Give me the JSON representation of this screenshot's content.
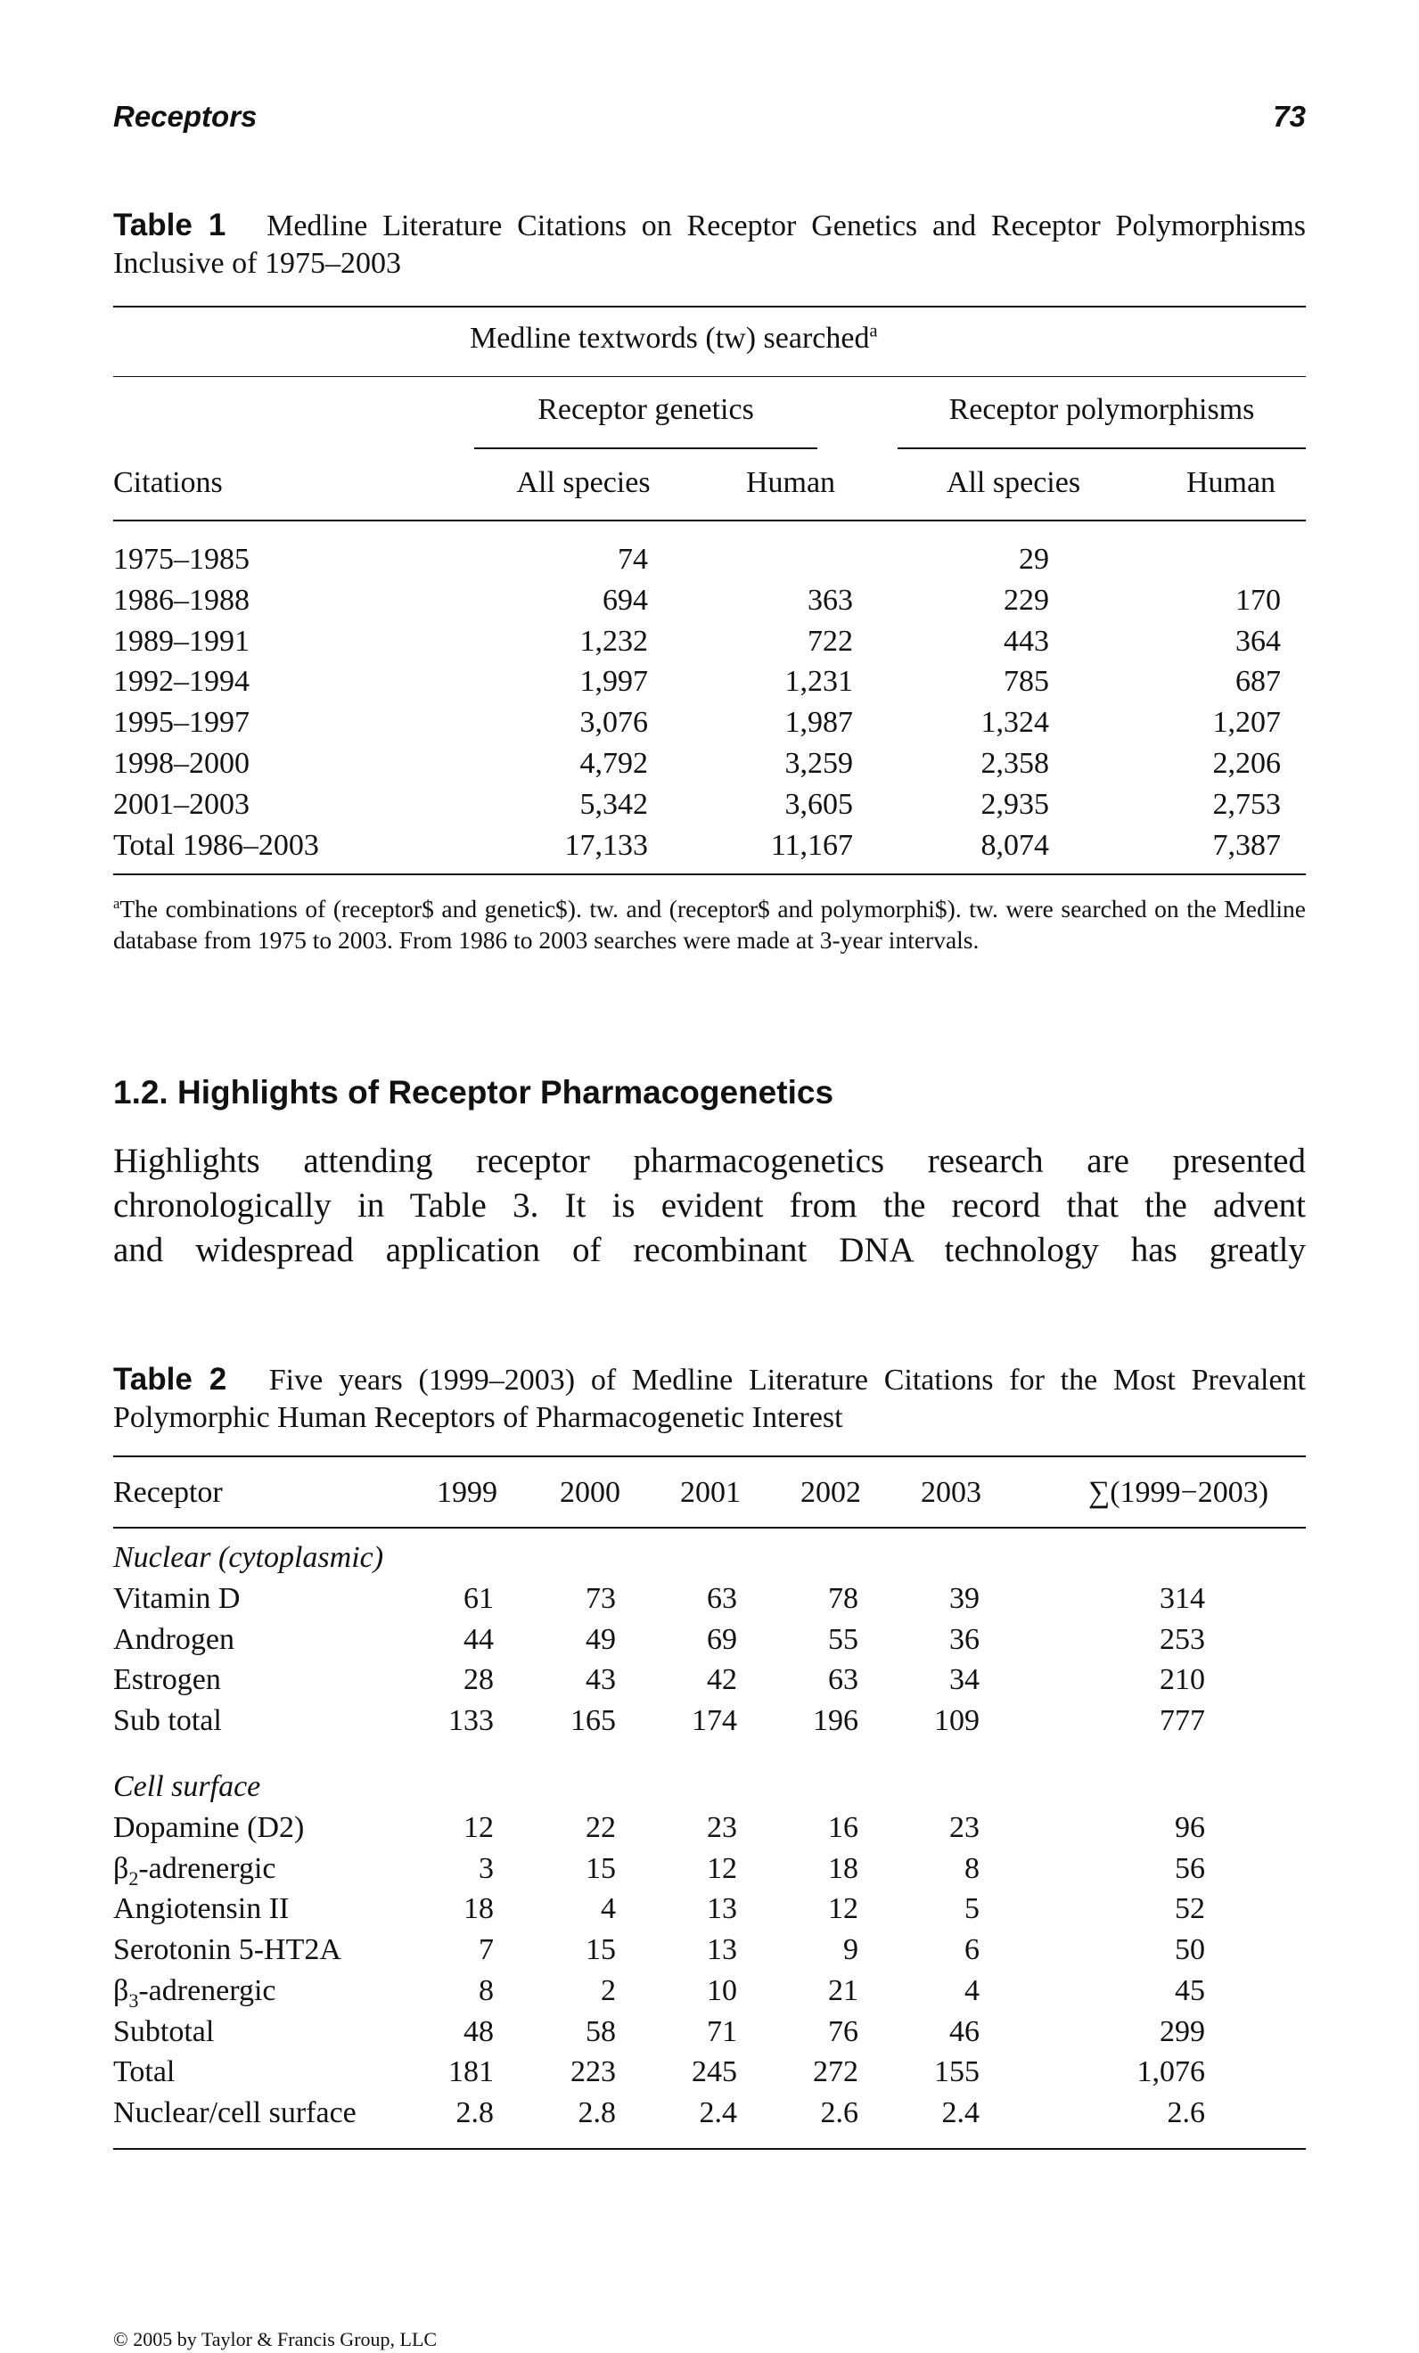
{
  "header": {
    "left": "Receptors",
    "right": "73"
  },
  "table1": {
    "label": "Table 1",
    "caption": "Medline Literature Citations on Receptor Genetics and Receptor Polymorphisms Inclusive of 1975–2003",
    "super_header": "Medline textwords (tw) searched",
    "super_header_mark": "a",
    "group_headers": [
      "Receptor genetics",
      "Receptor polymorphisms"
    ],
    "columns": [
      "Citations",
      "All species",
      "Human",
      "All species",
      "Human"
    ],
    "rows": [
      [
        "1975–1985",
        "74",
        "",
        "29",
        ""
      ],
      [
        "1986–1988",
        "694",
        "363",
        "229",
        "170"
      ],
      [
        "1989–1991",
        "1,232",
        "722",
        "443",
        "364"
      ],
      [
        "1992–1994",
        "1,997",
        "1,231",
        "785",
        "687"
      ],
      [
        "1995–1997",
        "3,076",
        "1,987",
        "1,324",
        "1,207"
      ],
      [
        "1998–2000",
        "4,792",
        "3,259",
        "2,358",
        "2,206"
      ],
      [
        "2001–2003",
        "5,342",
        "3,605",
        "2,935",
        "2,753"
      ],
      [
        "Total 1986–2003",
        "17,133",
        "11,167",
        "8,074",
        "7,387"
      ]
    ],
    "footnote_mark": "a",
    "footnote": "The combinations of (receptor$ and genetic$). tw. and (receptor$ and polymorphi$). tw. were searched on the Medline database from 1975 to 2003. From 1986 to 2003 searches were made at 3-year intervals."
  },
  "section": {
    "title": "1.2.  Highlights of Receptor Pharmacogenetics",
    "lines": [
      "Highlights attending receptor pharmacogenetics research are presented",
      "chronologically in Table 3. It is evident from the record that the advent",
      "and widespread application of recombinant DNA technology has greatly"
    ]
  },
  "table2": {
    "label": "Table 2",
    "caption": "Five years (1999–2003) of Medline Literature Citations for the Most Prevalent Polymorphic Human Receptors of Pharmacogenetic Interest",
    "columns": [
      "Receptor",
      "1999",
      "2000",
      "2001",
      "2002",
      "2003",
      "∑(1999−2003)"
    ],
    "group1": "Nuclear (cytoplasmic)",
    "group1_rows": [
      [
        "Vitamin D",
        "61",
        "73",
        "63",
        "78",
        "39",
        "314"
      ],
      [
        "Androgen",
        "44",
        "49",
        "69",
        "55",
        "36",
        "253"
      ],
      [
        "Estrogen",
        "28",
        "43",
        "42",
        "63",
        "34",
        "210"
      ],
      [
        "Sub total",
        "133",
        "165",
        "174",
        "196",
        "109",
        "777"
      ]
    ],
    "group2": "Cell surface",
    "group2_rows": [
      [
        "Dopamine (D2)",
        "12",
        "22",
        "23",
        "16",
        "23",
        "96"
      ],
      [
        "β2-adrenergic",
        "3",
        "15",
        "12",
        "18",
        "8",
        "56"
      ],
      [
        "Angiotensin II",
        "18",
        "4",
        "13",
        "12",
        "5",
        "52"
      ],
      [
        "Serotonin 5-HT2A",
        "7",
        "15",
        "13",
        "9",
        "6",
        "50"
      ],
      [
        "β3-adrenergic",
        "8",
        "2",
        "10",
        "21",
        "4",
        "45"
      ],
      [
        "Subtotal",
        "48",
        "58",
        "71",
        "76",
        "46",
        "299"
      ],
      [
        "Total",
        "181",
        "223",
        "245",
        "272",
        "155",
        "1,076"
      ],
      [
        "Nuclear/cell surface",
        "2.8",
        "2.8",
        "2.4",
        "2.6",
        "2.4",
        "2.6"
      ]
    ]
  },
  "footer": "© 2005 by Taylor & Francis Group, LLC"
}
